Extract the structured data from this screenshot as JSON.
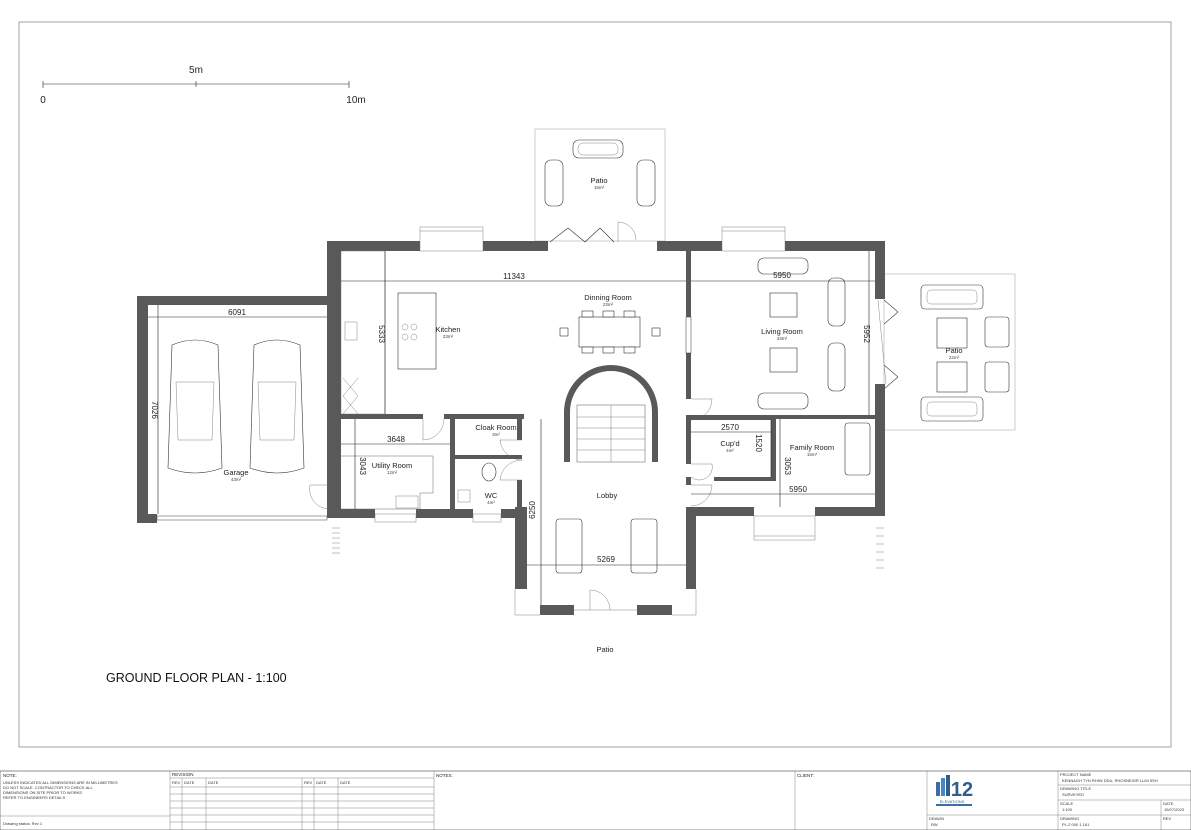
{
  "scale_bar": {
    "start": "0",
    "mid": "5m",
    "end": "10m"
  },
  "drawing_title": "GROUND FLOOR PLAN - 1:100",
  "rooms": [
    {
      "name": "Patio",
      "area": "15m²"
    },
    {
      "name": "Dinning Room",
      "area": "23m²"
    },
    {
      "name": "Kitchen",
      "area": "33m²"
    },
    {
      "name": "Living Room",
      "area": "33m²"
    },
    {
      "name": "Patio",
      "area": "22m²"
    },
    {
      "name": "Garage",
      "area": "43m²"
    },
    {
      "name": "Cloak Room",
      "area": "3m²"
    },
    {
      "name": "Utility Room",
      "area": "12m²"
    },
    {
      "name": "Cup'd",
      "area": "4m²"
    },
    {
      "name": "Family Room",
      "area": "15m²"
    },
    {
      "name": "WC",
      "area": "4m²"
    },
    {
      "name": "Lobby",
      "area": ""
    },
    {
      "name": "Patio",
      "area": ""
    }
  ],
  "dimensions": {
    "overall_width": "11343",
    "living_width": "5950",
    "living_depth": "5952",
    "garage_width": "6091",
    "garage_depth": "7026",
    "kitchen_depth": "5333",
    "utility_width": "3648",
    "utility_depth": "3043",
    "cupd_width": "2570",
    "cupd_depth": "1520",
    "family_depth": "3053",
    "family_width": "5950",
    "lobby_depth": "6250",
    "lobby_width": "5269"
  },
  "title_block": {
    "notes_heading": "NOTE:",
    "notes_lines": [
      "UNLESS INDICATED ALL DIMENSIONS ARE IN MILLIMETRES",
      "DO NOT SCALE. CONTRACTOR TO CHECK ALL",
      "DIMENSIONS ON SITE PRIOR TO WORKS",
      "REFER TO ENGINEERS DETAILS"
    ],
    "drawing_status": "Drawing status: Rev 1",
    "revisions_heading": "REVISION",
    "rev_col": "REV",
    "date_col": "DATE",
    "notes2_heading": "NOTES:",
    "client_heading": "CLIENT:",
    "project_heading": "PROJECT NAME",
    "project_name": "KENNAGH TYN RHIW DDU, RHOSNEIGR LL64 5SH",
    "drawing_title_heading": "DRAWING TITLE",
    "drawing_title_value": "SURVEYED",
    "scale_heading": "SCALE",
    "scale_value": "1:100",
    "date_heading": "DATE",
    "date_value": "15/07/2023",
    "drawn_heading": "DRAWN",
    "drawn_value": "RW",
    "drawing_no_heading": "DRAWING",
    "drawing_no_value": "PL-2 000 1 161",
    "revision_heading": "REV",
    "logo_text": "12",
    "logo_sub": "ELEVATIONS"
  }
}
